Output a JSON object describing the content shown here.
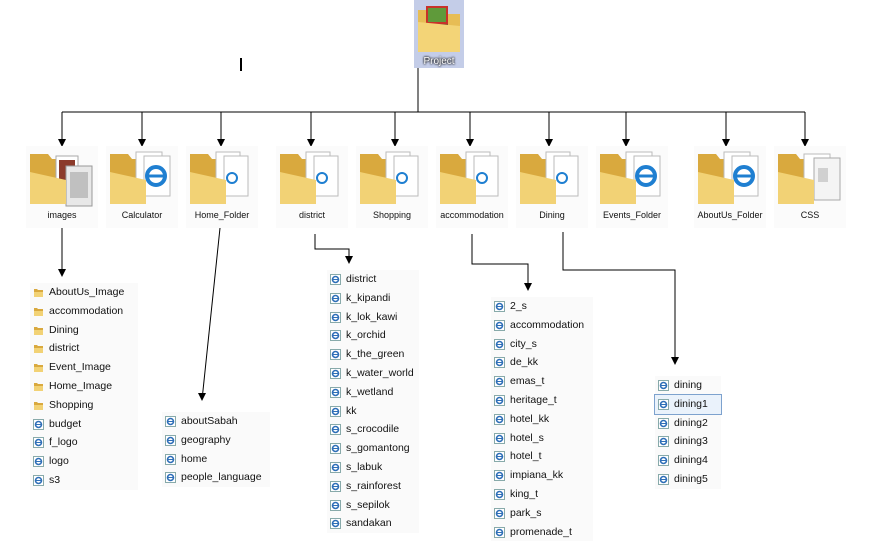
{
  "root": {
    "label": "Project"
  },
  "folders": [
    {
      "label": "images",
      "icon": "images-folder-icon"
    },
    {
      "label": "Calculator",
      "icon": "ie-folder-icon"
    },
    {
      "label": "Home_Folder",
      "icon": "files-folder-icon"
    },
    {
      "label": "district",
      "icon": "files-folder-icon"
    },
    {
      "label": "Shopping",
      "icon": "files-folder-icon"
    },
    {
      "label": "accommodation",
      "icon": "files-folder-icon"
    },
    {
      "label": "Dining",
      "icon": "files-folder-icon"
    },
    {
      "label": "Events_Folder",
      "icon": "ie-folder-icon"
    },
    {
      "label": "AboutUs_Folder",
      "icon": "ie-folder-icon"
    },
    {
      "label": "CSS",
      "icon": "css-folder-icon"
    }
  ],
  "lists": {
    "images": [
      {
        "t": "AboutUs_Image",
        "k": "folder"
      },
      {
        "t": "accommodation",
        "k": "folder"
      },
      {
        "t": "Dining",
        "k": "folder"
      },
      {
        "t": "district",
        "k": "folder"
      },
      {
        "t": "Event_Image",
        "k": "folder"
      },
      {
        "t": "Home_Image",
        "k": "folder"
      },
      {
        "t": "Shopping",
        "k": "folder"
      },
      {
        "t": "budget",
        "k": "file"
      },
      {
        "t": "f_logo",
        "k": "file"
      },
      {
        "t": "logo",
        "k": "file"
      },
      {
        "t": "s3",
        "k": "file"
      }
    ],
    "home": [
      {
        "t": "aboutSabah",
        "k": "file"
      },
      {
        "t": "geography",
        "k": "file"
      },
      {
        "t": "home",
        "k": "file"
      },
      {
        "t": "people_language",
        "k": "file"
      }
    ],
    "district": [
      {
        "t": "district",
        "k": "file"
      },
      {
        "t": "k_kipandi",
        "k": "file"
      },
      {
        "t": "k_lok_kawi",
        "k": "file"
      },
      {
        "t": "k_orchid",
        "k": "file"
      },
      {
        "t": "k_the_green",
        "k": "file"
      },
      {
        "t": "k_water_world",
        "k": "file"
      },
      {
        "t": "k_wetland",
        "k": "file"
      },
      {
        "t": "kk",
        "k": "file"
      },
      {
        "t": "s_crocodile",
        "k": "file"
      },
      {
        "t": "s_gomantong",
        "k": "file"
      },
      {
        "t": "s_labuk",
        "k": "file"
      },
      {
        "t": "s_rainforest",
        "k": "file"
      },
      {
        "t": "s_sepilok",
        "k": "file"
      },
      {
        "t": "sandakan",
        "k": "file"
      }
    ],
    "accommodation": [
      {
        "t": "2_s",
        "k": "file"
      },
      {
        "t": "accommodation",
        "k": "file"
      },
      {
        "t": "city_s",
        "k": "file"
      },
      {
        "t": "de_kk",
        "k": "file"
      },
      {
        "t": "emas_t",
        "k": "file"
      },
      {
        "t": "heritage_t",
        "k": "file"
      },
      {
        "t": "hotel_kk",
        "k": "file"
      },
      {
        "t": "hotel_s",
        "k": "file"
      },
      {
        "t": "hotel_t",
        "k": "file"
      },
      {
        "t": "impiana_kk",
        "k": "file"
      },
      {
        "t": "king_t",
        "k": "file"
      },
      {
        "t": "park_s",
        "k": "file"
      },
      {
        "t": "promenade_t",
        "k": "file"
      }
    ],
    "dining": [
      {
        "t": "dining",
        "k": "file"
      },
      {
        "t": "dining1",
        "k": "file",
        "selected": true
      },
      {
        "t": "dining2",
        "k": "file"
      },
      {
        "t": "dining3",
        "k": "file"
      },
      {
        "t": "dining4",
        "k": "file"
      },
      {
        "t": "dining5",
        "k": "file"
      }
    ]
  },
  "colors": {
    "folder": "#f2d275",
    "folder_dark": "#d9a93e",
    "ie": "#1f7fd1",
    "file_ie": "#2f6fb8",
    "line": "#000000"
  }
}
